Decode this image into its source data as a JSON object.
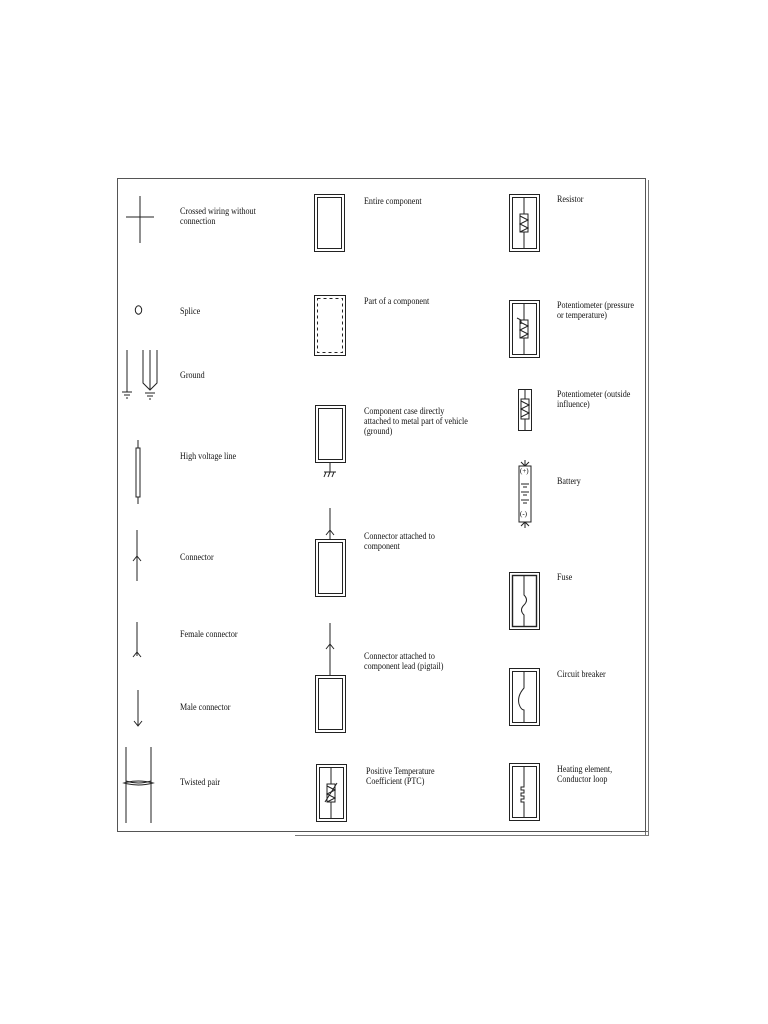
{
  "legend": {
    "columns": [
      {
        "items": [
          {
            "id": "crossed-wiring",
            "label_lines": [
              "Crossed wiring without",
              "connection"
            ]
          },
          {
            "id": "splice",
            "label_lines": [
              "Splice"
            ]
          },
          {
            "id": "ground",
            "label_lines": [
              "Ground"
            ]
          },
          {
            "id": "high-voltage-line",
            "label_lines": [
              "High voltage line"
            ]
          },
          {
            "id": "connector",
            "label_lines": [
              "Connector"
            ]
          },
          {
            "id": "female-connector",
            "label_lines": [
              "Female connector"
            ]
          },
          {
            "id": "male-connector",
            "label_lines": [
              "Male connector"
            ]
          },
          {
            "id": "twisted-pair",
            "label_lines": [
              "Twisted pair"
            ]
          }
        ]
      },
      {
        "items": [
          {
            "id": "entire-component",
            "label_lines": [
              "Entire component"
            ]
          },
          {
            "id": "part-of-component",
            "label_lines": [
              "Part of a component"
            ]
          },
          {
            "id": "component-case-ground",
            "label_lines": [
              "Component case directly",
              "attached to metal part of vehicle",
              "(ground)"
            ]
          },
          {
            "id": "connector-attached-component",
            "label_lines": [
              "Connector attached to",
              "component"
            ]
          },
          {
            "id": "connector-attached-lead",
            "label_lines": [
              "Connector attached to",
              "component lead (pigtail)"
            ]
          },
          {
            "id": "ptc",
            "label_lines": [
              "Positive Temperature",
              "Coefficient (PTC)"
            ]
          }
        ]
      },
      {
        "items": [
          {
            "id": "resistor",
            "label_lines": [
              "Resistor"
            ]
          },
          {
            "id": "potentiometer-pressure",
            "label_lines": [
              "Potentiometer (pressure",
              "or temperature)"
            ]
          },
          {
            "id": "potentiometer-outside",
            "label_lines": [
              "Potentiometer (outside",
              "influence)"
            ]
          },
          {
            "id": "battery",
            "label_lines": [
              "Battery"
            ],
            "symbol_text": {
              "plus": "(+)",
              "minus": "(-)"
            }
          },
          {
            "id": "fuse",
            "label_lines": [
              "Fuse"
            ]
          },
          {
            "id": "circuit-breaker",
            "label_lines": [
              "Circuit breaker"
            ]
          },
          {
            "id": "heating-element",
            "label_lines": [
              "Heating element,",
              "Conductor loop"
            ]
          }
        ]
      }
    ]
  }
}
